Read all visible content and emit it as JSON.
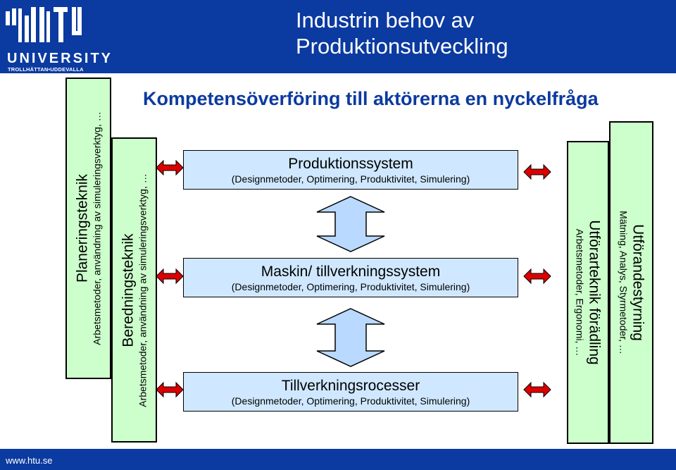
{
  "header": {
    "title_line1": "Industrin behov av",
    "title_line2": "Produktionsutveckling",
    "logo_word": "UNIVERSITY",
    "logo_sub": "TROLLHÄTTAN•UDDEVALLA",
    "logo_icon": "htu-logo-icon"
  },
  "subtitle": "Kompetensöverföring till aktörerna en nyckelfråga",
  "left_panels": [
    {
      "main": "Planeringsteknik",
      "sub": "Arbetsmetoder, användning av simuleringsverktyg, …"
    },
    {
      "main": "Beredningsteknik",
      "sub": "Arbetsmetoder, användning av simuleringsverktyg, …"
    }
  ],
  "center_boxes": [
    {
      "main": "Produktionssystem",
      "sub": "(Designmetoder, Optimering, Produktivitet, Simulering)"
    },
    {
      "main": "Maskin/ tillverkningssystem",
      "sub": "(Designmetoder, Optimering, Produktivitet, Simulering)"
    },
    {
      "main": "Tillverkningsrocesser",
      "sub": "(Designmetoder, Optimering, Produktivitet, Simulering)"
    }
  ],
  "right_panels": [
    {
      "main": "Utförarteknik förädling",
      "sub": "Arbetsmetoder, Ergonomi, …"
    },
    {
      "main": "Utförandestyrning",
      "sub": "Mätning, Analys, Styrmetoder, …"
    }
  ],
  "colors": {
    "brand_blue": "#0b3aa0",
    "panel_green": "#ccffcc",
    "box_blue": "#cfe8ff",
    "arrow_red": "#dd0000",
    "arrow_blue": "#b9d9ff"
  },
  "footer": {
    "url": "www.htu.se"
  }
}
